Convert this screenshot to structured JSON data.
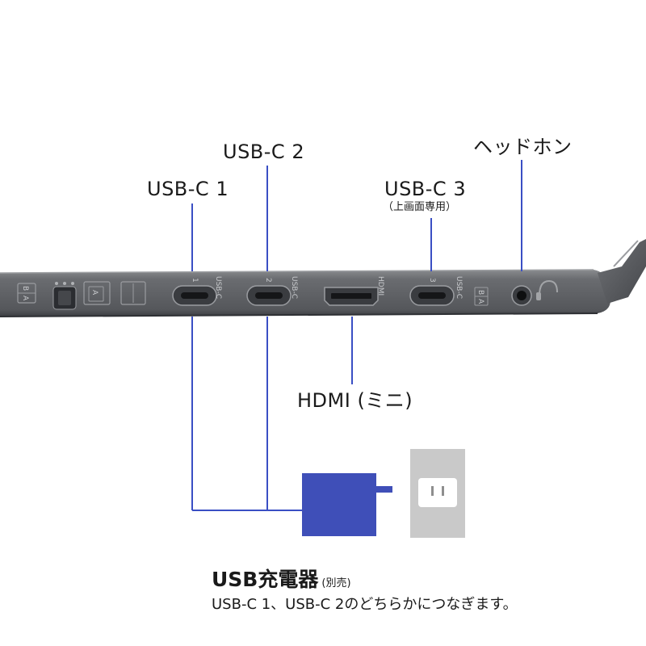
{
  "callouts": {
    "usbc1": "USB-C 1",
    "usbc2": "USB-C 2",
    "usbc3": "USB-C 3",
    "usbc3_note": "（上画面専用）",
    "headphone": "ヘッドホン",
    "hdmi": "HDMI (ミニ)"
  },
  "port_markings": {
    "p1_num": "1",
    "p1_type": "USB-C",
    "p2_num": "2",
    "p2_type": "USB-C",
    "hdmi": "HDMI",
    "p3_num": "3",
    "p3_type": "USB-C",
    "switch_b": "B",
    "switch_a": "A",
    "switch_ab": "A",
    "screen_b": "B",
    "screen_a": "A"
  },
  "charger": {
    "title": "USB充電器",
    "title_note": "(別売)",
    "description": "USB-C 1、USB-C 2のどちらかにつなぎます。"
  },
  "colors": {
    "line": "#3a4fc4",
    "charger": "#3f4fb8",
    "device": "#606266",
    "outlet": "#c9c9c9"
  }
}
